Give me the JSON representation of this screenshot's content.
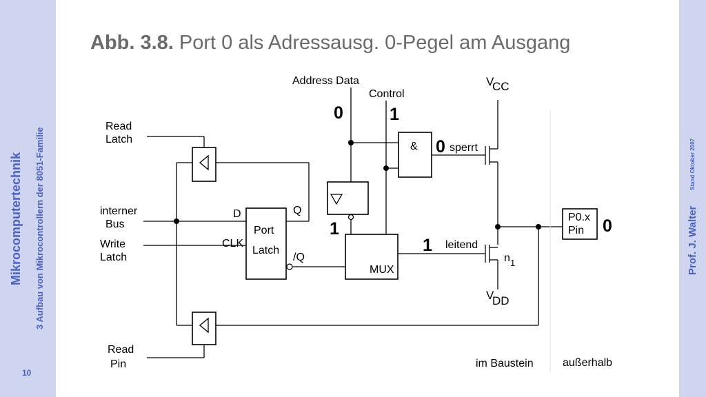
{
  "sidebar": {
    "course_title": "Mikrocomputertechnik",
    "chapter": "3 Aufbau von Mikrocontrollern der 8051-Familie",
    "author": "Prof. J. Walter",
    "stand": "Stand Oktober 2007",
    "page_number": "10"
  },
  "title": {
    "figure_label": "Abb. 3.8.",
    "text": "Port 0 als Adressausg. 0-Pegel am Ausgang"
  },
  "diagram": {
    "address_data": "Address Data",
    "control": "Control",
    "vcc_v": "V",
    "vcc_sub": "CC",
    "vdd_v": "V",
    "vdd_sub": "DD",
    "read_latch_1": "Read",
    "read_latch_2": "Latch",
    "interner_1": "interner",
    "interner_2": "Bus",
    "write_latch_1": "Write",
    "write_latch_2": "Latch",
    "read_pin_1": "Read",
    "read_pin_2": "Pin",
    "d_label": "D",
    "q_label": "Q",
    "clk_label": "CLK",
    "qbar_label": "/Q",
    "port_latch_1": "Port",
    "port_latch_2": "Latch",
    "and_label": "&",
    "mux_label": "MUX",
    "addr_value": "0",
    "control_value": "1",
    "and_out_value": "0",
    "sperrt": "sperrt",
    "inv_out_value": "1",
    "mux_out_value": "1",
    "leitend": "leitend",
    "n_label": "n",
    "n_sub": "1",
    "pin_label_1": "P0.x",
    "pin_label_2": "Pin",
    "pin_value": "0",
    "im_baustein": "im Baustein",
    "ausserhalb": "außerhalb"
  }
}
